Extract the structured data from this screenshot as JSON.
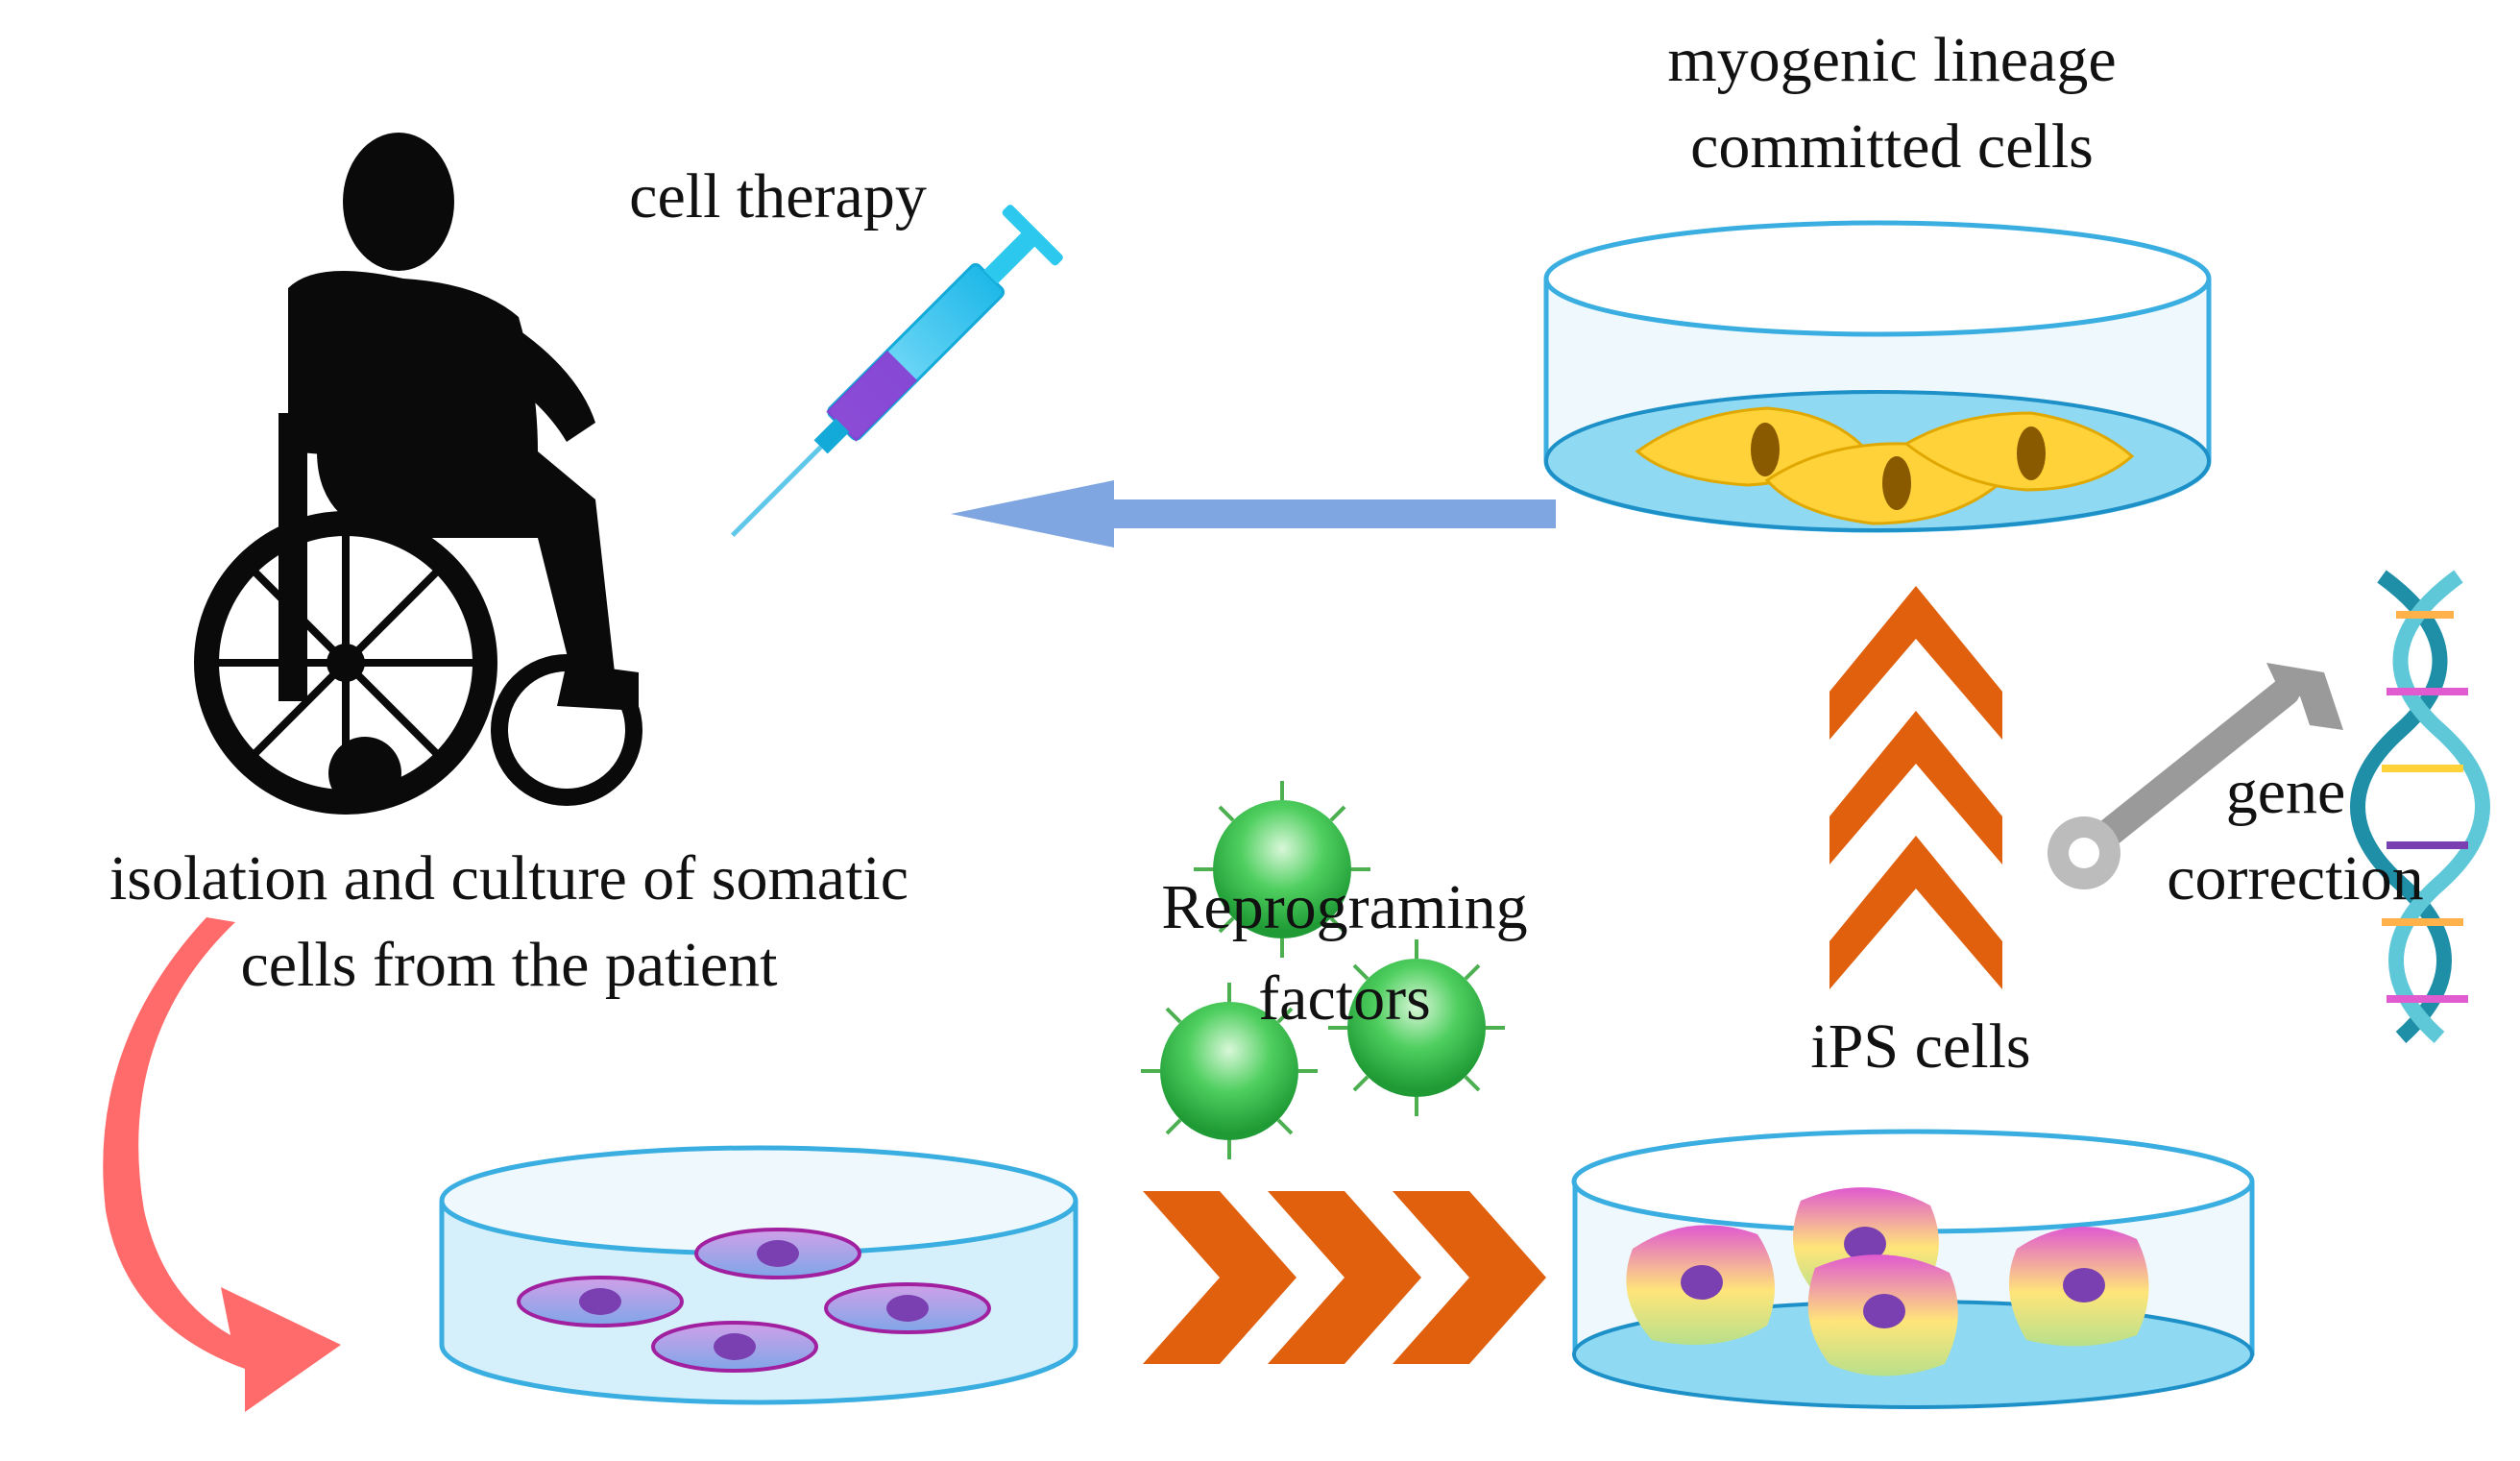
{
  "labels": {
    "cell_therapy": "cell therapy",
    "myogenic_line1": "myogenic lineage",
    "myogenic_line2": "committed cells",
    "isolation_line1": "isolation and culture of somatic",
    "isolation_line2": "cells from the patient",
    "reprogramming_line1": "Reprograming",
    "reprogramming_line2": "factors",
    "gene_line1": "gene",
    "gene_line2": "correction",
    "ips_cells": "iPS cells"
  },
  "colors": {
    "dish_fill": "#d6f0fb",
    "dish_stroke": "#3aaee0",
    "dish_medium": "#8fd9f2",
    "somatic_cell": "#b58ad6",
    "somatic_nucleus": "#7a3fb0",
    "myo_cell": "#ffd23a",
    "myo_nucleus": "#8a5a00",
    "ips_top": "#e05ad0",
    "ips_mid": "#ffe57a",
    "ips_bottom": "#b8e08a",
    "virus": "#2fb84a",
    "chevron": "#e0600e",
    "blue_arrow": "#7fa6e0",
    "red_arrow": "#ff6b6b",
    "silhouette": "#0a0a0a",
    "syringe_barrel": "#3ad0f0",
    "syringe_fluid": "#8a3ad0"
  }
}
